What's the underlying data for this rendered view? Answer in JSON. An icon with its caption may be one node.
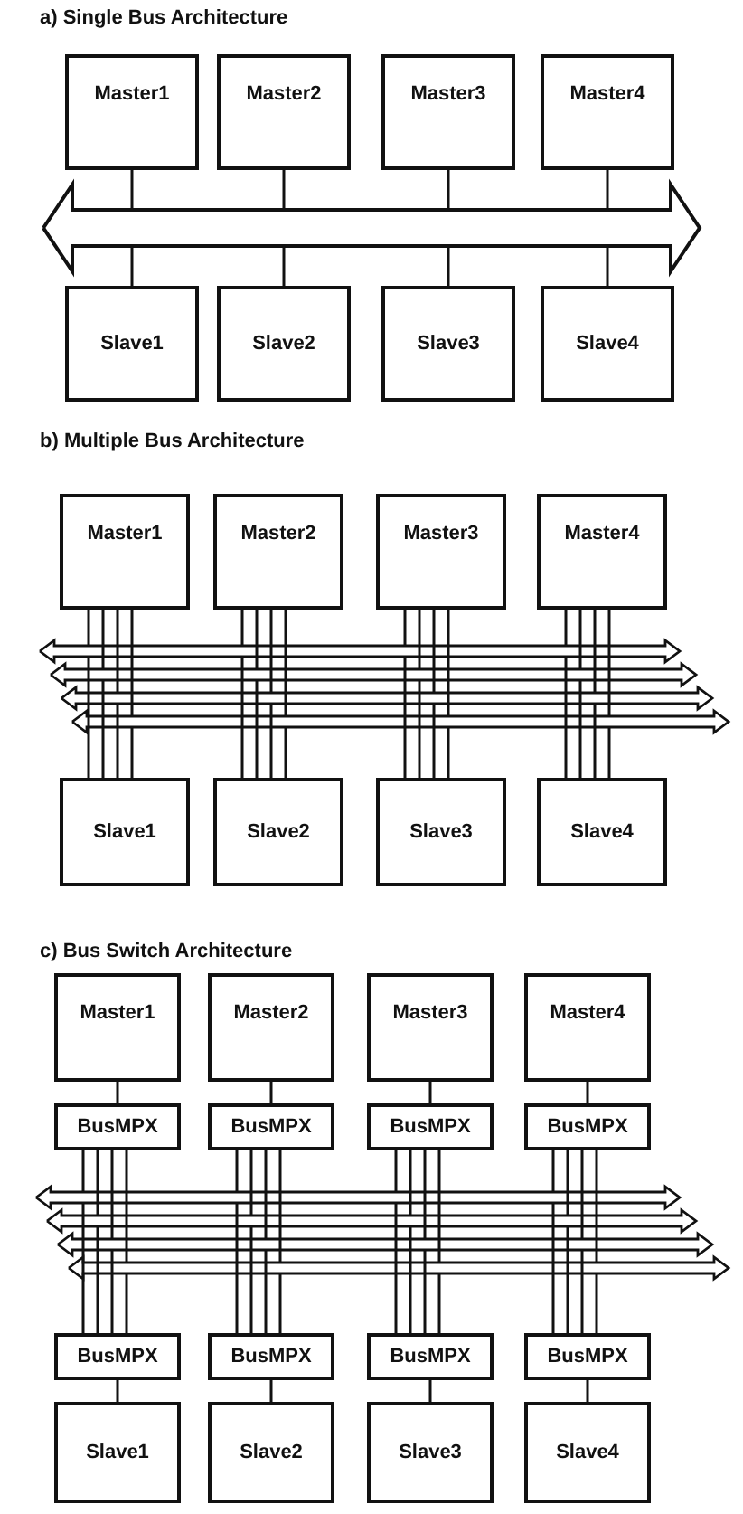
{
  "diagram": {
    "nodes": [
      {
        "text": [
          "Master1"
        ]
      },
      {
        "text": [
          "Master2"
        ]
      },
      {
        "text": [
          "Master3"
        ]
      },
      {
        "text": [
          "Master4"
        ]
      },
      {
        "text": [],
        "shape": "bar"
      },
      {
        "text": [
          "Slave1"
        ]
      },
      {
        "text": [
          "Slave2"
        ]
      },
      {
        "text": [
          "Slave3"
        ]
      },
      {
        "text": [
          "Slave4"
        ]
      },
      {
        "text": [
          "Master1"
        ]
      },
      {
        "text": [
          "Master2"
        ]
      },
      {
        "text": [
          "Master3"
        ]
      },
      {
        "text": [
          "Master4"
        ]
      },
      {
        "text": [],
        "shape": "bar"
      },
      {
        "text": [],
        "shape": "bar"
      },
      {
        "text": [],
        "shape": "bar"
      },
      {
        "text": [],
        "shape": "bar"
      },
      {
        "text": [
          "Slave1"
        ]
      },
      {
        "text": [
          "Slave2"
        ]
      },
      {
        "text": [
          "Slave3"
        ]
      },
      {
        "text": [
          "Slave4"
        ]
      },
      {
        "text": [
          "Master1"
        ]
      },
      {
        "text": [
          "Master2"
        ]
      },
      {
        "text": [
          "Master3"
        ]
      },
      {
        "text": [
          "Master4"
        ]
      },
      {
        "text": [
          "BusMPX"
        ]
      },
      {
        "text": [
          "BusMPX"
        ]
      },
      {
        "text": [
          "BusMPX"
        ]
      },
      {
        "text": [
          "BusMPX"
        ]
      },
      {
        "text": [],
        "shape": "bar"
      },
      {
        "text": [],
        "shape": "bar"
      },
      {
        "text": [],
        "shape": "bar"
      },
      {
        "text": [],
        "shape": "bar"
      },
      {
        "text": [
          "BusMPX"
        ]
      },
      {
        "text": [
          "BusMPX"
        ]
      },
      {
        "text": [
          "BusMPX"
        ]
      },
      {
        "text": [
          "BusMPX"
        ]
      },
      {
        "text": [
          "Slave1"
        ]
      },
      {
        "text": [
          "Slave2"
        ]
      },
      {
        "text": [
          "Slave3"
        ]
      },
      {
        "text": [
          "Slave4"
        ]
      }
    ],
    "edges": [
      {
        "from": 0,
        "to": 4,
        "arrow": "none"
      },
      {
        "from": 1,
        "to": 4,
        "arrow": "none"
      },
      {
        "from": 2,
        "to": 4,
        "arrow": "none"
      },
      {
        "from": 3,
        "to": 4,
        "arrow": "none"
      },
      {
        "from": 4,
        "to": 5,
        "arrow": "none"
      },
      {
        "from": 4,
        "to": 6,
        "arrow": "none"
      },
      {
        "from": 4,
        "to": 7,
        "arrow": "none"
      },
      {
        "from": 4,
        "to": 8,
        "arrow": "none"
      },
      {
        "from": 9,
        "to": 13,
        "arrow": "none"
      },
      {
        "from": 9,
        "to": 14,
        "arrow": "none"
      },
      {
        "from": 9,
        "to": 15,
        "arrow": "none"
      },
      {
        "from": 9,
        "to": 16,
        "arrow": "none"
      },
      {
        "from": 10,
        "to": 13,
        "arrow": "none"
      },
      {
        "from": 10,
        "to": 14,
        "arrow": "none"
      },
      {
        "from": 10,
        "to": 15,
        "arrow": "none"
      },
      {
        "from": 10,
        "to": 16,
        "arrow": "none"
      },
      {
        "from": 11,
        "to": 13,
        "arrow": "none"
      },
      {
        "from": 11,
        "to": 14,
        "arrow": "none"
      },
      {
        "from": 11,
        "to": 15,
        "arrow": "none"
      },
      {
        "from": 11,
        "to": 16,
        "arrow": "none"
      },
      {
        "from": 12,
        "to": 13,
        "arrow": "none"
      },
      {
        "from": 12,
        "to": 14,
        "arrow": "none"
      },
      {
        "from": 12,
        "to": 15,
        "arrow": "none"
      },
      {
        "from": 12,
        "to": 16,
        "arrow": "none"
      },
      {
        "from": 13,
        "to": 17,
        "arrow": "none"
      },
      {
        "from": 14,
        "to": 17,
        "arrow": "none"
      },
      {
        "from": 15,
        "to": 17,
        "arrow": "none"
      },
      {
        "from": 16,
        "to": 17,
        "arrow": "none"
      },
      {
        "from": 13,
        "to": 18,
        "arrow": "none"
      },
      {
        "from": 14,
        "to": 18,
        "arrow": "none"
      },
      {
        "from": 15,
        "to": 18,
        "arrow": "none"
      },
      {
        "from": 16,
        "to": 18,
        "arrow": "none"
      },
      {
        "from": 13,
        "to": 19,
        "arrow": "none"
      },
      {
        "from": 14,
        "to": 19,
        "arrow": "none"
      },
      {
        "from": 15,
        "to": 19,
        "arrow": "none"
      },
      {
        "from": 16,
        "to": 19,
        "arrow": "none"
      },
      {
        "from": 13,
        "to": 20,
        "arrow": "none"
      },
      {
        "from": 14,
        "to": 20,
        "arrow": "none"
      },
      {
        "from": 15,
        "to": 20,
        "arrow": "none"
      },
      {
        "from": 16,
        "to": 20,
        "arrow": "none"
      },
      {
        "from": 21,
        "to": 25,
        "arrow": "none"
      },
      {
        "from": 22,
        "to": 26,
        "arrow": "none"
      },
      {
        "from": 23,
        "to": 27,
        "arrow": "none"
      },
      {
        "from": 24,
        "to": 28,
        "arrow": "none"
      },
      {
        "from": 25,
        "to": 29,
        "arrow": "none"
      },
      {
        "from": 25,
        "to": 30,
        "arrow": "none"
      },
      {
        "from": 25,
        "to": 31,
        "arrow": "none"
      },
      {
        "from": 25,
        "to": 32,
        "arrow": "none"
      },
      {
        "from": 26,
        "to": 29,
        "arrow": "none"
      },
      {
        "from": 26,
        "to": 30,
        "arrow": "none"
      },
      {
        "from": 26,
        "to": 31,
        "arrow": "none"
      },
      {
        "from": 26,
        "to": 32,
        "arrow": "none"
      },
      {
        "from": 27,
        "to": 29,
        "arrow": "none"
      },
      {
        "from": 27,
        "to": 30,
        "arrow": "none"
      },
      {
        "from": 27,
        "to": 31,
        "arrow": "none"
      },
      {
        "from": 27,
        "to": 32,
        "arrow": "none"
      },
      {
        "from": 28,
        "to": 29,
        "arrow": "none"
      },
      {
        "from": 28,
        "to": 30,
        "arrow": "none"
      },
      {
        "from": 28,
        "to": 31,
        "arrow": "none"
      },
      {
        "from": 28,
        "to": 32,
        "arrow": "none"
      },
      {
        "from": 29,
        "to": 33,
        "arrow": "none"
      },
      {
        "from": 30,
        "to": 33,
        "arrow": "none"
      },
      {
        "from": 31,
        "to": 33,
        "arrow": "none"
      },
      {
        "from": 32,
        "to": 33,
        "arrow": "none"
      },
      {
        "from": 29,
        "to": 34,
        "arrow": "none"
      },
      {
        "from": 30,
        "to": 34,
        "arrow": "none"
      },
      {
        "from": 31,
        "to": 34,
        "arrow": "none"
      },
      {
        "from": 32,
        "to": 34,
        "arrow": "none"
      },
      {
        "from": 29,
        "to": 35,
        "arrow": "none"
      },
      {
        "from": 30,
        "to": 35,
        "arrow": "none"
      },
      {
        "from": 31,
        "to": 35,
        "arrow": "none"
      },
      {
        "from": 32,
        "to": 35,
        "arrow": "none"
      },
      {
        "from": 29,
        "to": 36,
        "arrow": "none"
      },
      {
        "from": 30,
        "to": 36,
        "arrow": "none"
      },
      {
        "from": 31,
        "to": 36,
        "arrow": "none"
      },
      {
        "from": 32,
        "to": 36,
        "arrow": "none"
      },
      {
        "from": 33,
        "to": 37,
        "arrow": "none"
      },
      {
        "from": 34,
        "to": 38,
        "arrow": "none"
      },
      {
        "from": 35,
        "to": 39,
        "arrow": "none"
      },
      {
        "from": 36,
        "to": 40,
        "arrow": "none"
      }
    ],
    "labels": [
      "a) Single Bus Architecture",
      "b) Multiple Bus Architecture",
      "c) Bus Switch Architecture"
    ]
  }
}
